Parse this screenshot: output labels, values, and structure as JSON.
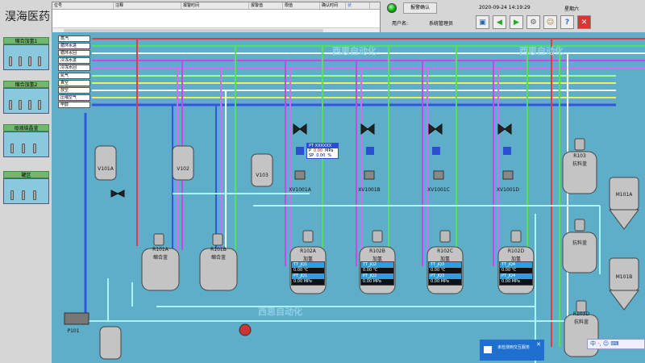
{
  "app_title": "淏海医药",
  "alarm_table": {
    "columns": [
      "位号",
      "注释",
      "报警时间",
      "报警值",
      "限值",
      "确认时间",
      "状"
    ]
  },
  "alarm_ack_label": "报警确认",
  "datetime": "2020-09-24 14:19:29",
  "weekday": "星期六",
  "user_label": "用户名:",
  "user_name": "系统管理员",
  "toolbar": [
    "monitor-icon",
    "back-icon",
    "forward-icon",
    "settings-icon",
    "user-icon",
    "help-icon",
    "close-icon"
  ],
  "sidebar": {
    "items": [
      {
        "label": "缩合加氢1"
      },
      {
        "label": "缩合加氢2"
      },
      {
        "label": "母液结晶釜"
      },
      {
        "label": "罐区"
      }
    ]
  },
  "pipes": {
    "labels": [
      "蒸汽",
      "循环水进",
      "循环水回",
      "冷冻水进",
      "冷冻水回",
      "氮气",
      "真空",
      "放空",
      "压缩空气",
      "甲醇"
    ]
  },
  "vessels": {
    "v101a": "V101A",
    "v102": "V102",
    "v103": "V103",
    "r101a_tag": "R101A",
    "r101a_name": "缩合釜",
    "r101b_tag": "R101B",
    "r101b_name": "缩合釜",
    "r102a_tag": "R102A",
    "r102a_name": "加氢",
    "r102b_tag": "R102B",
    "r102b_name": "加氢",
    "r102c_tag": "R102C",
    "r102c_name": "加氢",
    "r102d_tag": "R102D",
    "r102d_name": "加氢",
    "r103_tag": "R103",
    "r103_name": "抗料釜",
    "r104_name": "抗料釜",
    "r103d_tag": "R103D",
    "r103d_name": "抗料釜",
    "m101a": "M101A",
    "m101b": "M101B",
    "p101": "P101"
  },
  "valves": {
    "xv1001a": "XV1001A",
    "xv1001b": "XV1001B",
    "xv1001c": "XV1001C",
    "xv1001d": "XV1001D"
  },
  "pt_box": {
    "tag": "PT XXXXXX",
    "row_p": "P",
    "row_p_value": "0.00",
    "row_p_unit": "MPa",
    "row_sp": "SP",
    "row_sp_value": "0.00",
    "row_sp_unit": "%"
  },
  "panels": [
    {
      "tt": "TT_JQ1",
      "t_value": "0.00",
      "t_unit": "℃",
      "pt": "PT_JQ1",
      "p_value": "0.00",
      "p_unit": "MPa"
    },
    {
      "tt": "TT_JQ2",
      "t_value": "0.00",
      "t_unit": "℃",
      "pt": "PT_JQ2",
      "p_value": "0.00",
      "p_unit": "MPa"
    },
    {
      "tt": "TT_JQ3",
      "t_value": "0.00",
      "t_unit": "℃",
      "pt": "PT_JQ3",
      "p_value": "0.00",
      "p_unit": "MPa"
    },
    {
      "tt": "TT_JQ4",
      "t_value": "0.00",
      "t_unit": "℃",
      "pt": "PT_JQ4",
      "p_value": "0.00",
      "p_unit": "MPa"
    }
  ],
  "watermark": "西思自动化",
  "notification": "未检测到交互服务",
  "ime_bar": "中 ·, ☺ ⌨"
}
